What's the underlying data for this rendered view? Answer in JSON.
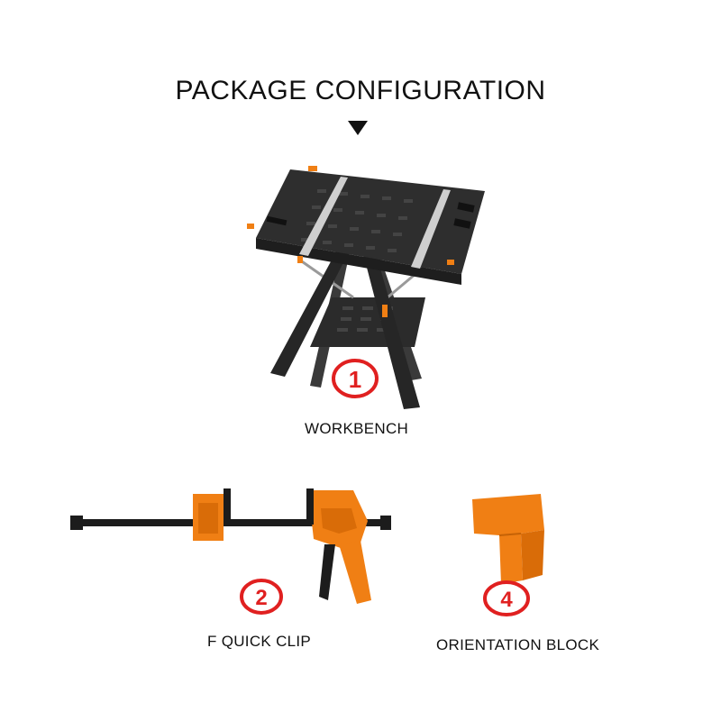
{
  "header": {
    "title": "PACKAGE CONFIGURATION"
  },
  "items": [
    {
      "number": "1",
      "label": "WORKBENCH"
    },
    {
      "number": "2",
      "label": "F QUICK CLIP"
    },
    {
      "number": "4",
      "label": "ORIENTATION BLOCK"
    }
  ],
  "colors": {
    "accent": "#f07f14",
    "badge": "#e02020",
    "dark": "#2b2b2b"
  }
}
